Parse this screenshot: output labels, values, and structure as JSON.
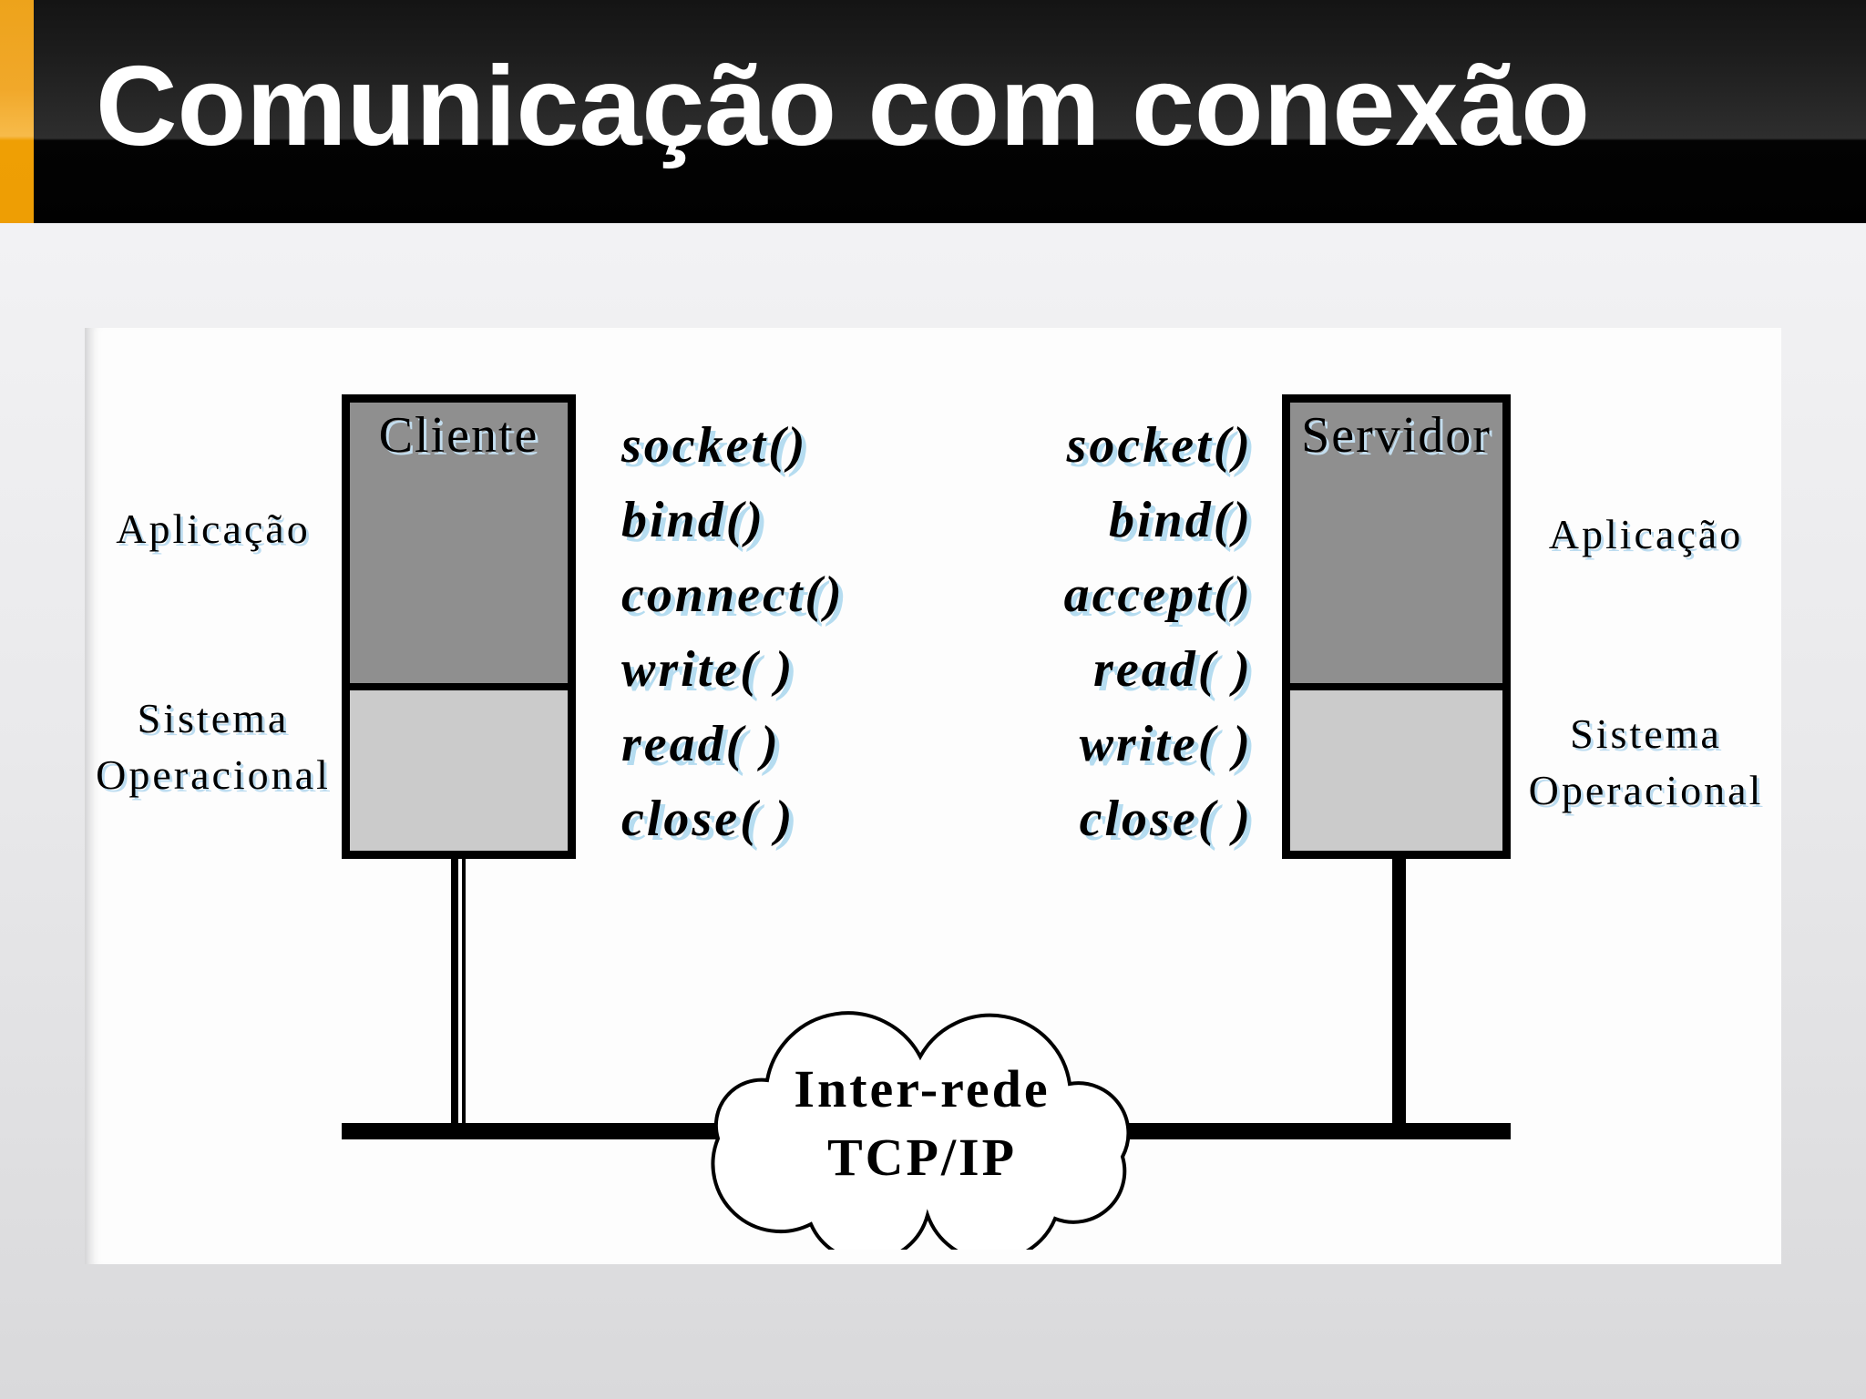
{
  "slide": {
    "title": "Comunicação com conexão"
  },
  "diagram": {
    "client": {
      "box_label": "Cliente",
      "layer_app": "Aplicação",
      "layer_os_line1": "Sistema",
      "layer_os_line2": "Operacional",
      "calls": [
        "socket()",
        "bind()",
        "connect()",
        "write( )",
        "read( )",
        "close( )"
      ]
    },
    "server": {
      "box_label": "Servidor",
      "layer_app": "Aplicação",
      "layer_os_line1": "Sistema",
      "layer_os_line2": "Operacional",
      "calls": [
        "socket()",
        "bind()",
        "accept()",
        "read( )",
        "write( )",
        "close( )"
      ]
    },
    "network": {
      "cloud_line1": "Inter-rede",
      "cloud_line2": "TCP/IP"
    }
  },
  "colors": {
    "accent_orange": "#efa41c",
    "header_black": "#020202",
    "title_white": "#ffffff",
    "box_dark_gray": "#8f8f8f",
    "box_light_gray": "#cbcbcb",
    "panel_white": "#fdfdfd",
    "text_shadow_blue": "#b5dcf0"
  }
}
